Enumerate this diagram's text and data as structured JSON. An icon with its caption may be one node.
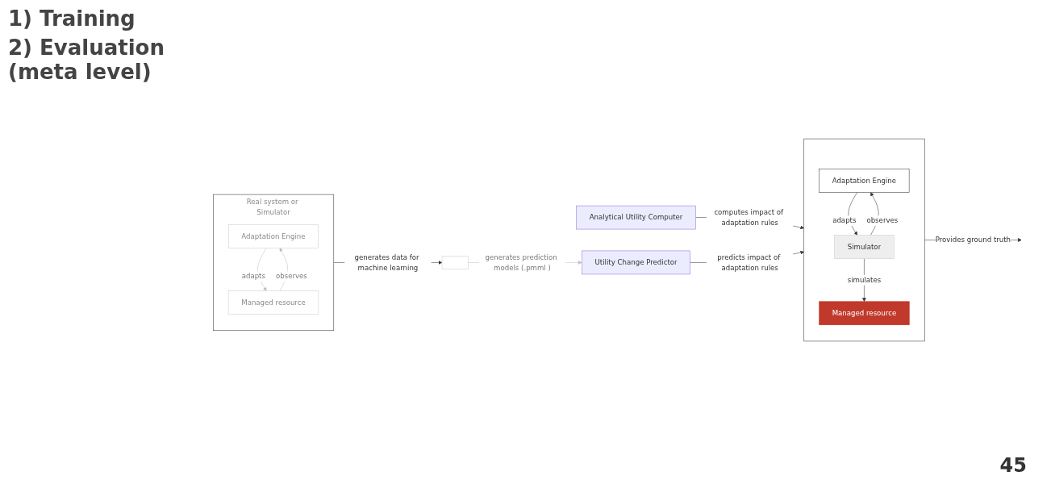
{
  "diagram": {
    "nodes": [
      {
        "text": [
          "Analytical Utility Computer"
        ]
      },
      {
        "text": [],
        "shape": "box"
      },
      {
        "text": [
          "Adaptation Engine"
        ],
        "in": 1
      },
      {
        "text": [
          "Simulator"
        ],
        "in": 1
      },
      {
        "text": [
          "Managed resource"
        ],
        "in": 1
      },
      {
        "text": [
          "Utility Change Predictor"
        ]
      },
      {
        "text": [
          "Real system or Simulator"
        ]
      },
      {
        "text": [
          "Adaptation Engine"
        ],
        "in": 6
      },
      {
        "text": [
          "Managed resource"
        ],
        "in": 6
      },
      {
        "text": [],
        "shape": "box"
      }
    ],
    "edges": [
      {
        "from": 0,
        "to": 1,
        "arrow": "to",
        "label": "computes impact of adaptation rules"
      },
      {
        "from": 5,
        "to": 1,
        "arrow": "to",
        "label": "predicts impact of adaptation rules"
      },
      {
        "from": 3,
        "to": 2,
        "arrow": "to",
        "label": "observes"
      },
      {
        "from": 2,
        "to": 3,
        "arrow": "to",
        "label": "adapts"
      },
      {
        "from": 3,
        "to": 4,
        "arrow": "to",
        "label": "simulates"
      },
      {
        "from": 1,
        "to": null,
        "arrow": "to",
        "label": "Provides ground truth"
      },
      {
        "from": 8,
        "to": 7,
        "arrow": "to",
        "label": "observes",
        "color": "#bfbfbf"
      },
      {
        "from": 7,
        "to": 8,
        "arrow": "to",
        "label": "adapts",
        "color": "#bfbfbf"
      },
      {
        "from": 6,
        "to": 9,
        "arrow": "to",
        "label": "generates data for machine learning"
      },
      {
        "from": 9,
        "to": 5,
        "arrow": "to",
        "label": "generates prediction models (.pmml )",
        "color": "#bfbfbf"
      }
    ],
    "labels": [
      "1) Training",
      "2) Evaluation (meta level)",
      "45"
    ]
  }
}
